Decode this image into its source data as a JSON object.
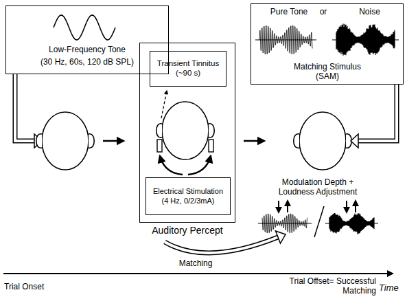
{
  "diagram": {
    "nodes": [
      {
        "text": [
          "Low-Frequency Tone",
          "(30 Hz, 60s, 120 dB SPL)"
        ]
      },
      {
        "text": [
          "Auditory Percept"
        ]
      },
      {
        "text": [
          "Transient Tinnitus",
          "(~90 s)"
        ],
        "in": 1
      },
      {
        "text": [
          "Electrical Stimulation",
          "(4 Hz, 0/2/3mA)"
        ],
        "in": 1
      },
      {
        "text": [
          "Pure Tone",
          "or",
          "Noise",
          "Matching Stimulus (SAM)"
        ]
      }
    ],
    "labels": [
      "Modulation Depth + Loudness Adjustment",
      "Matching",
      "Trial Onset",
      "Trial Offset= Successful Matching",
      "Time"
    ]
  }
}
